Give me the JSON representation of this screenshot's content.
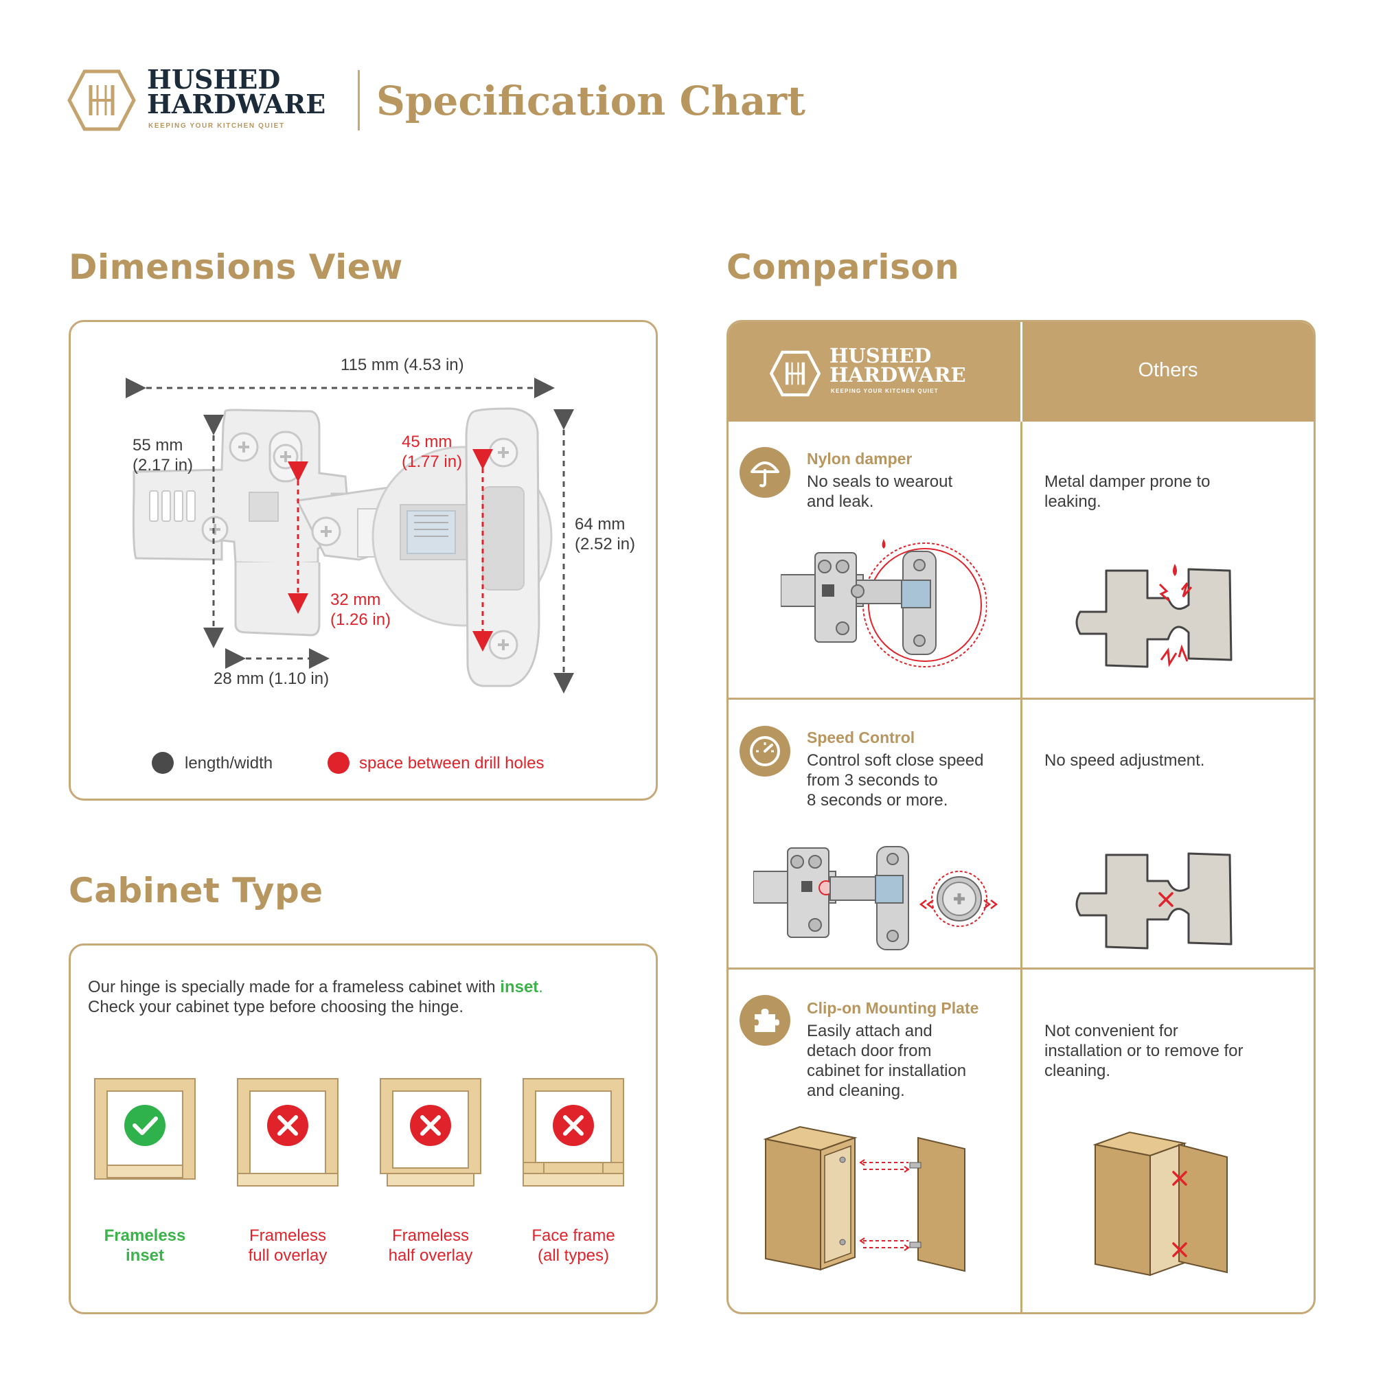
{
  "brand": {
    "line1": "HUSHED",
    "line2": "HARDWARE",
    "tagline": "KEEPING YOUR KITCHEN QUIET",
    "monogram": "H"
  },
  "header": {
    "title": "Specification Chart"
  },
  "dimensions": {
    "title": "Dimensions View",
    "overall_width": "115 mm (4.53 in)",
    "left_height_mm": "55 mm",
    "left_height_in": "(2.17 in)",
    "right_height_mm": "64 mm",
    "right_height_in": "(2.52 in)",
    "cup_holes_mm": "45 mm",
    "cup_holes_in": "(1.77 in)",
    "arm_holes_mm": "32 mm",
    "arm_holes_in": "(1.26 in)",
    "base_width": "28 mm (1.10 in)",
    "legend": [
      {
        "label": "length/width",
        "color": "#4a4a4a"
      },
      {
        "label": "space between drill holes",
        "color": "#e0232b"
      }
    ]
  },
  "cabinet": {
    "title": "Cabinet Type",
    "intro_line1_pre": "Our hinge is specially made for a frameless cabinet with ",
    "intro_line1_highlight": "inset",
    "intro_line1_post": ".",
    "intro_line2": "Check your cabinet type before choosing the hinge.",
    "types": [
      {
        "line1": "Frameless",
        "line2": "inset",
        "ok": true
      },
      {
        "line1": "Frameless",
        "line2": "full overlay",
        "ok": false
      },
      {
        "line1": "Frameless",
        "line2": "half overlay",
        "ok": false
      },
      {
        "line1": "Face frame",
        "line2": "(all types)",
        "ok": false
      }
    ]
  },
  "comparison": {
    "title": "Comparison",
    "others_header": "Others",
    "rows": [
      {
        "icon": "umbrella-icon",
        "feature": "Nylon damper",
        "ours_lines": [
          "No seals to wearout",
          "and leak."
        ],
        "others_lines": [
          "Metal damper prone to",
          "leaking."
        ]
      },
      {
        "icon": "speedometer-icon",
        "feature": "Speed Control",
        "ours_lines": [
          "Control soft close speed",
          "from 3 seconds to",
          "8 seconds or more."
        ],
        "others_lines": [
          "No speed adjustment."
        ]
      },
      {
        "icon": "puzzle-icon",
        "feature": "Clip-on Mounting Plate",
        "ours_lines": [
          "Easily attach and",
          "detach door from",
          "cabinet for installation",
          "and cleaning."
        ],
        "others_lines": [
          "Not convenient for",
          "installation or to remove for",
          "cleaning."
        ]
      }
    ]
  },
  "colors": {
    "gold": "#b8965f",
    "navy": "#1c2b3a",
    "red": "#e0232b",
    "green": "#3cb34a",
    "wood": "#d4b27a"
  }
}
